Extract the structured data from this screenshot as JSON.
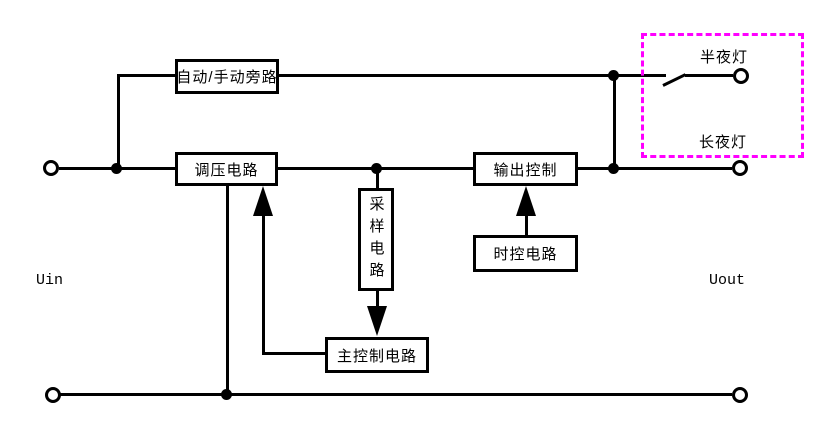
{
  "diagram": {
    "title": "street-lamp power controller block diagram",
    "colors": {
      "line": "#000000",
      "background": "#ffffff",
      "lamp_zone_accent": "#ff00ff"
    },
    "labels": {
      "uin": "Uin",
      "uout": "Uout",
      "half_night": "半夜灯",
      "long_night": "长夜灯"
    },
    "blocks": {
      "bypass": {
        "label": "自动/手动旁路"
      },
      "regulator": {
        "label": "调压电路"
      },
      "sampling": {
        "label": "采样电路"
      },
      "output_control": {
        "label": "输出控制"
      },
      "timer": {
        "label": "时控电路"
      },
      "main_control": {
        "label": "主控制电路"
      }
    }
  }
}
